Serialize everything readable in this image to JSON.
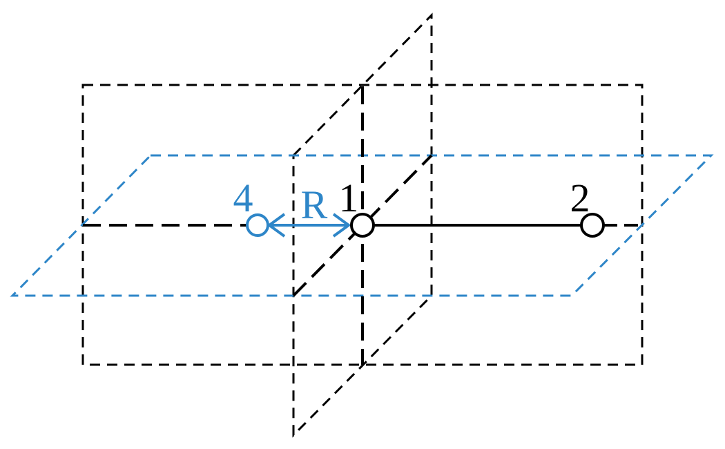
{
  "diagram": {
    "colors": {
      "black": "#000000",
      "blue": "#2e86c8",
      "background": "#ffffff"
    },
    "labels": {
      "atom_1": "1",
      "atom_2": "2",
      "atom_4": "4",
      "distance": "R"
    }
  }
}
